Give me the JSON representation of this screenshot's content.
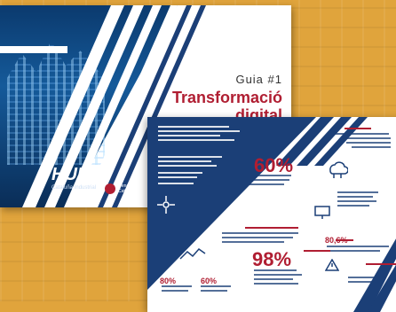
{
  "cover": {
    "guide_label": "Guia #1",
    "title_line1": "Transformació",
    "title_line2": "digital",
    "logo_text": "HUB",
    "logo_subtitle": "Cataluña Industrial",
    "partner_text": "Generalitat de Catalunya"
  },
  "infographic": {
    "stats": [
      {
        "value": "60%"
      },
      {
        "value": "98%"
      },
      {
        "value": "80%"
      },
      {
        "value": "60%"
      },
      {
        "value": "80,6%"
      }
    ]
  },
  "colors": {
    "brand_blue": "#1b3f77",
    "brand_red": "#b01e32",
    "background_wood": "#e0a43c"
  }
}
